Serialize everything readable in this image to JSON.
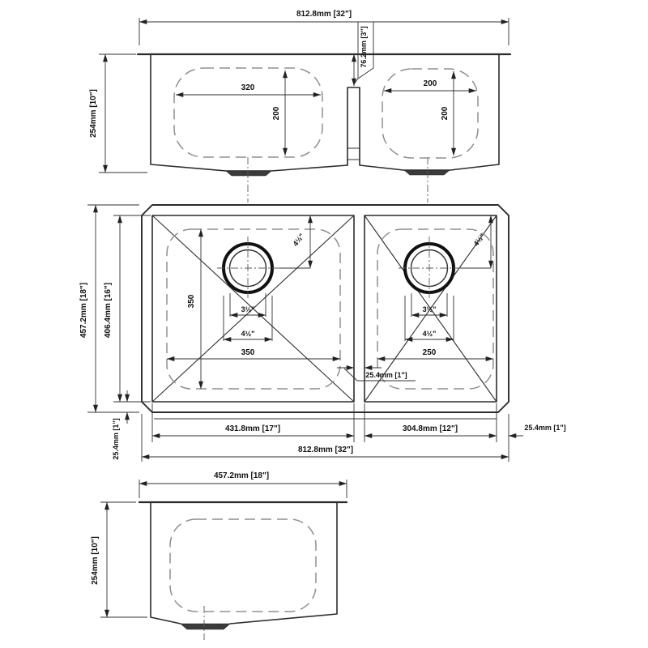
{
  "drawing_type": "double-bowl undermount sink dimension drawing",
  "colors": {
    "background": "#ffffff",
    "line": "#2b2b2b",
    "dashed_line": "#8f8f8f",
    "dimension_text": "#111111"
  },
  "front_view": {
    "overall_width": "812.8mm [32\"]",
    "depth": "254mm [10\"]",
    "divider_drop": "76.2mm [3\"]",
    "left_bowl": {
      "bottom_width": "320",
      "bottom_depth": "200"
    },
    "right_bowl": {
      "bottom_width": "200",
      "bottom_depth": "200"
    }
  },
  "plan_view": {
    "overall_depth": "457.2mm [18\"]",
    "bowl_depth": "406.4mm [16\"]",
    "rim_front": "25.4mm [1\"]",
    "divider_width": "25.4mm [1\"]",
    "rim_right": "25.4mm [1\"]",
    "overall_width": "812.8mm [32\"]",
    "left_bowl": {
      "width": "431.8mm [17\"]",
      "bottom_depth": "350",
      "bottom_width": "350",
      "drain_opening": "3½\"",
      "drain_flange": "4½\"",
      "drain_offset": "4½\""
    },
    "right_bowl": {
      "width": "304.8mm [12\"]",
      "bottom_width": "250",
      "drain_opening": "3½\"",
      "drain_flange": "4½\"",
      "drain_offset": "4½\""
    }
  },
  "side_view": {
    "overall_depth": "457.2mm [18\"]",
    "height": "254mm [10\"]"
  }
}
